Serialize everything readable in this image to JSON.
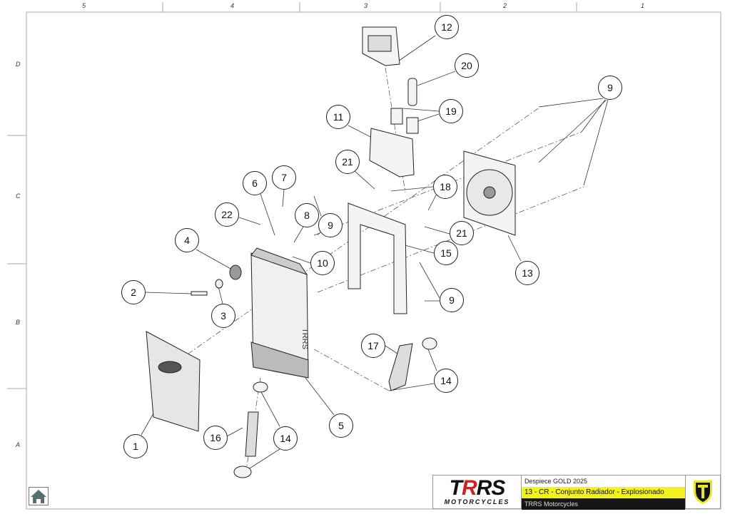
{
  "drawing": {
    "zones_top": [
      "5",
      "4",
      "3",
      "2",
      "1"
    ],
    "zones_left": [
      "D",
      "C",
      "B",
      "A"
    ],
    "part_labels": [
      "12",
      "20",
      "9",
      "19",
      "11",
      "21",
      "18",
      "7",
      "6",
      "22",
      "8",
      "9",
      "4",
      "21",
      "15",
      "10",
      "13",
      "2",
      "9",
      "3",
      "17",
      "14",
      "5",
      "16",
      "14",
      "1"
    ],
    "side_text": "TRRS"
  },
  "title_block": {
    "logo_text": "TRRS",
    "logo_subtext": "MOTORCYCLES",
    "line1": "Despiece GOLD 2025",
    "line2": "13 - CR - Conjunto Radiador - Explosionado",
    "line3": "TRRS Motorcycles",
    "highlight_color": "#f2f21c",
    "brand_red": "#d12020"
  },
  "nav": {
    "home_icon": "home-icon"
  }
}
